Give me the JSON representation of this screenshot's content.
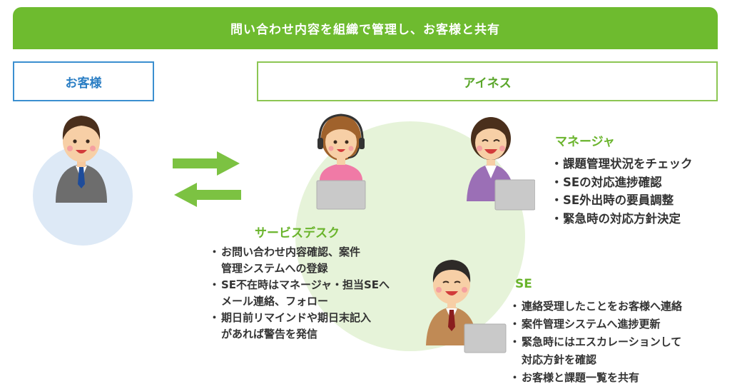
{
  "banner": {
    "title": "問い合わせ内容を組織で管理し、お客様と共有"
  },
  "customer": {
    "label": "お客様"
  },
  "aines": {
    "label": "アイネス"
  },
  "roles": {
    "manager": {
      "title": "マネージャ",
      "items": [
        "課題管理状況をチェック",
        "SEの対応進捗確認",
        "SE外出時の要員調整",
        "緊急時の対応方針決定"
      ]
    },
    "service_desk": {
      "title": "サービスデスク",
      "items": [
        "お問い合わせ内容確認、案件\n管理システムへの登録",
        "SE不在時はマネージャ・担当SEへ\nメール連絡、フォロー",
        "期日前リマインドや期日末記入\nがあれば警告を発信"
      ]
    },
    "se": {
      "title": "SE",
      "items": [
        "連絡受理したことをお客様へ連絡",
        "案件管理システムへ進捗更新",
        "緊急時にはエスカレーションして\n対応方針を確認",
        "お客様と課題一覧を共有"
      ]
    }
  },
  "colors": {
    "banner": "#6ebb2f",
    "customer_accent": "#2a7ec4",
    "aines_accent": "#5aa62a",
    "role_title": "#6ab42c"
  }
}
